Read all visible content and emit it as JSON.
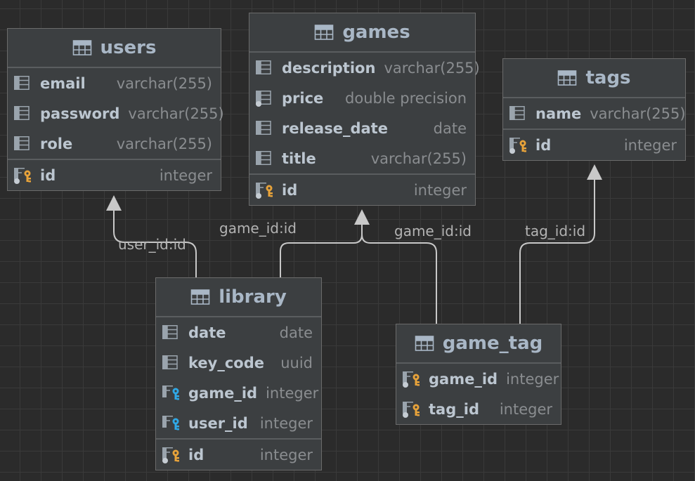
{
  "colors": {
    "background": "#2b2b2b",
    "grid": "#3a3a3a",
    "table_bg": "#3c3f41",
    "text": "#a9b7c6",
    "type_text": "#8a8d90",
    "primary_key": "#e8a33a",
    "foreign_key": "#2fa8e6",
    "edge": "#c8c8c8"
  },
  "tables": {
    "users": {
      "name": "users",
      "columns": [
        {
          "name": "email",
          "type": "varchar(255)",
          "icon": "column-icon"
        },
        {
          "name": "password",
          "type": "varchar(255)",
          "icon": "column-icon"
        },
        {
          "name": "role",
          "type": "varchar(255)",
          "icon": "column-icon"
        }
      ],
      "keys": [
        {
          "name": "id",
          "type": "integer",
          "icon": "primary-key-icon"
        }
      ]
    },
    "games": {
      "name": "games",
      "columns": [
        {
          "name": "description",
          "type": "varchar(255)",
          "icon": "column-icon"
        },
        {
          "name": "price",
          "type": "double precision",
          "icon": "column-not-null-icon"
        },
        {
          "name": "release_date",
          "type": "date",
          "icon": "column-icon"
        },
        {
          "name": "title",
          "type": "varchar(255)",
          "icon": "column-icon"
        }
      ],
      "keys": [
        {
          "name": "id",
          "type": "integer",
          "icon": "primary-key-icon"
        }
      ]
    },
    "tags": {
      "name": "tags",
      "columns": [
        {
          "name": "name",
          "type": "varchar(255)",
          "icon": "column-icon"
        }
      ],
      "keys": [
        {
          "name": "id",
          "type": "integer",
          "icon": "primary-key-icon"
        }
      ]
    },
    "library": {
      "name": "library",
      "columns": [
        {
          "name": "date",
          "type": "date",
          "icon": "column-icon"
        },
        {
          "name": "key_code",
          "type": "uuid",
          "icon": "column-icon"
        },
        {
          "name": "game_id",
          "type": "integer",
          "icon": "foreign-key-icon"
        },
        {
          "name": "user_id",
          "type": "integer",
          "icon": "foreign-key-icon"
        }
      ],
      "keys": [
        {
          "name": "id",
          "type": "integer",
          "icon": "primary-key-icon"
        }
      ]
    },
    "game_tag": {
      "name": "game_tag",
      "columns": [],
      "keys": [
        {
          "name": "game_id",
          "type": "integer",
          "icon": "primary-foreign-key-icon"
        },
        {
          "name": "tag_id",
          "type": "integer",
          "icon": "primary-foreign-key-icon"
        }
      ]
    }
  },
  "relations": [
    {
      "label": "user_id:id",
      "from": "library",
      "to": "users"
    },
    {
      "label": "game_id:id",
      "from": "library",
      "to": "games"
    },
    {
      "label": "game_id:id",
      "from": "game_tag",
      "to": "games"
    },
    {
      "label": "tag_id:id",
      "from": "game_tag",
      "to": "tags"
    }
  ]
}
